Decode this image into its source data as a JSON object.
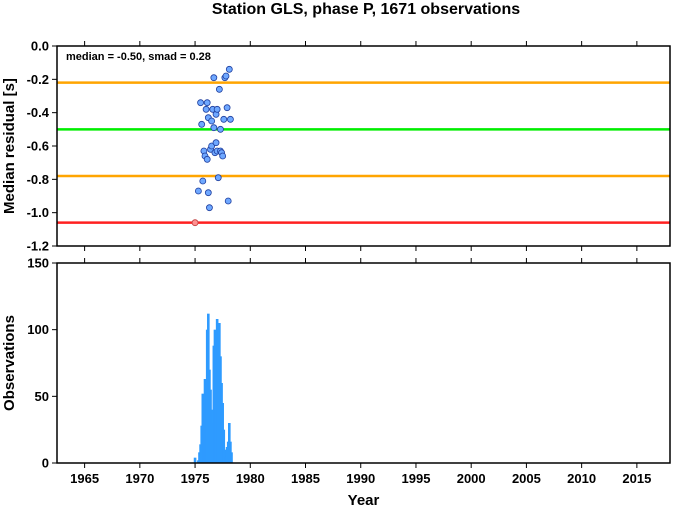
{
  "title": "Station GLS, phase P, 1671 observations",
  "chart_data": [
    {
      "type": "scatter",
      "ylabel": "Median residual [s]",
      "annotation": "median = -0.50, smad = 0.28",
      "xlim": [
        1962.5,
        2018
      ],
      "ylim": [
        -1.2,
        0.0
      ],
      "yticks": [
        0.0,
        -0.2,
        -0.4,
        -0.6,
        -0.8,
        -1.0,
        -1.2
      ],
      "ytick_labels": [
        "0.0",
        "-0.2",
        "-0.4",
        "-0.6",
        "-0.8",
        "-1.0",
        "-1.2"
      ],
      "hlines": [
        {
          "y": -0.22,
          "color": "#ffa500"
        },
        {
          "y": -0.5,
          "color": "#00ee00"
        },
        {
          "y": -0.78,
          "color": "#ffa500"
        },
        {
          "y": -1.06,
          "color": "#ff2020"
        }
      ],
      "point_color": "#6fa8ff",
      "outlier_color": "#ff9090",
      "points": [
        [
          1975.3,
          -0.87
        ],
        [
          1975.5,
          -0.34
        ],
        [
          1975.6,
          -0.47
        ],
        [
          1975.7,
          -0.81
        ],
        [
          1975.8,
          -0.63
        ],
        [
          1975.9,
          -0.66
        ],
        [
          1976.0,
          -0.38
        ],
        [
          1976.1,
          -0.34
        ],
        [
          1976.1,
          -0.68
        ],
        [
          1976.2,
          -0.43
        ],
        [
          1976.2,
          -0.88
        ],
        [
          1976.3,
          -0.97
        ],
        [
          1976.4,
          -0.62
        ],
        [
          1976.5,
          -0.45
        ],
        [
          1976.5,
          -0.6
        ],
        [
          1976.6,
          -0.38
        ],
        [
          1976.7,
          -0.19
        ],
        [
          1976.7,
          -0.49
        ],
        [
          1976.8,
          -0.64
        ],
        [
          1976.9,
          -0.41
        ],
        [
          1976.9,
          -0.58
        ],
        [
          1977.0,
          -0.38
        ],
        [
          1977.0,
          -0.63
        ],
        [
          1977.1,
          -0.79
        ],
        [
          1977.2,
          -0.26
        ],
        [
          1977.3,
          -0.5
        ],
        [
          1977.3,
          -0.63
        ],
        [
          1977.4,
          -0.64
        ],
        [
          1977.5,
          -0.66
        ],
        [
          1977.6,
          -0.44
        ],
        [
          1977.7,
          -0.19
        ],
        [
          1977.8,
          -0.18
        ],
        [
          1977.9,
          -0.37
        ],
        [
          1978.1,
          -0.14
        ],
        [
          1978.2,
          -0.44
        ],
        [
          1978.0,
          -0.93
        ]
      ],
      "outliers": [
        [
          1975.0,
          -1.06
        ]
      ]
    },
    {
      "type": "bar",
      "ylabel": "Observations",
      "xlabel": "Year",
      "xlim": [
        1962.5,
        2018
      ],
      "ylim": [
        0,
        150
      ],
      "yticks": [
        0,
        50,
        100,
        150
      ],
      "ytick_labels": [
        "0",
        "50",
        "100",
        "150"
      ],
      "xticks": [
        1965,
        1970,
        1975,
        1980,
        1985,
        1990,
        1995,
        2000,
        2005,
        2010,
        2015
      ],
      "xtick_labels": [
        "1965",
        "1970",
        "1975",
        "1980",
        "1985",
        "1990",
        "1995",
        "2000",
        "2005",
        "2010",
        "2015"
      ],
      "bar_color": "#2e9bff",
      "bars": [
        [
          1975.0,
          4
        ],
        [
          1975.3,
          2
        ],
        [
          1975.4,
          8
        ],
        [
          1975.5,
          14
        ],
        [
          1975.6,
          28
        ],
        [
          1975.7,
          52
        ],
        [
          1975.8,
          35
        ],
        [
          1975.9,
          63
        ],
        [
          1976.0,
          45
        ],
        [
          1976.1,
          100
        ],
        [
          1976.2,
          112
        ],
        [
          1976.3,
          70
        ],
        [
          1976.4,
          55
        ],
        [
          1976.5,
          40
        ],
        [
          1976.6,
          30
        ],
        [
          1976.7,
          88
        ],
        [
          1976.8,
          100
        ],
        [
          1976.9,
          95
        ],
        [
          1977.0,
          108
        ],
        [
          1977.1,
          92
        ],
        [
          1977.2,
          105
        ],
        [
          1977.3,
          80
        ],
        [
          1977.4,
          60
        ],
        [
          1977.5,
          45
        ],
        [
          1977.6,
          25
        ],
        [
          1977.7,
          10
        ],
        [
          1977.8,
          5
        ],
        [
          1977.9,
          12
        ],
        [
          1978.0,
          16
        ],
        [
          1978.1,
          30
        ],
        [
          1978.2,
          16
        ],
        [
          1978.3,
          8
        ]
      ]
    }
  ]
}
